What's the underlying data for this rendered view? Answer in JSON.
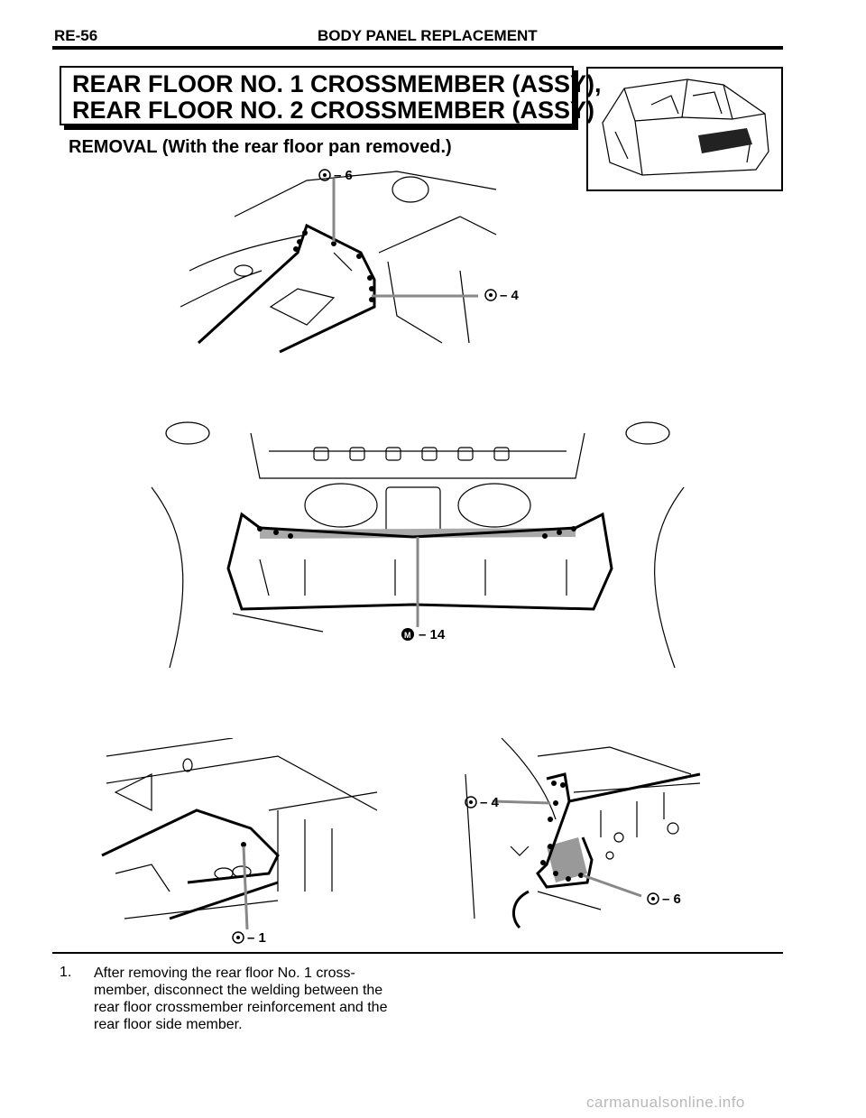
{
  "header": {
    "page_code": "RE-56",
    "section_title": "BODY PANEL REPLACEMENT"
  },
  "title": {
    "line1": "REAR FLOOR NO. 1 CROSSMEMBER (ASSY),",
    "line2": "REAR FLOOR NO. 2 CROSSMEMBER (ASSY)"
  },
  "subtitle": "REMOVAL (With the rear floor pan removed.)",
  "callouts": {
    "fig1_top": "– 6",
    "fig1_right": "– 4",
    "fig2_bottom": "– 14",
    "fig3_bottom": "– 1",
    "fig4_left": "– 4",
    "fig4_right": "– 6"
  },
  "spot_weld_symbol": "O",
  "mig_weld_symbol": "M",
  "step": {
    "number": "1.",
    "text": "After removing the rear floor No. 1 cross- member, disconnect the welding between the rear floor crossmember reinforcement and the rear floor side member."
  },
  "watermark": "carmanualsonline.info"
}
